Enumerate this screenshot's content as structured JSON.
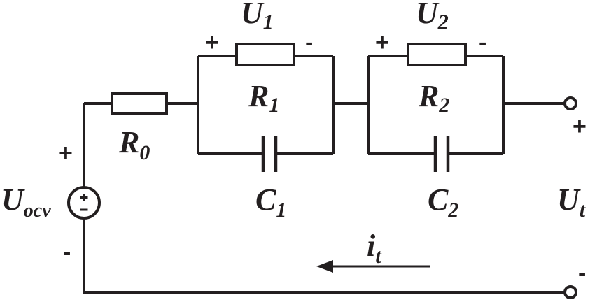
{
  "labels": {
    "U1": {
      "main": "U",
      "sub": "1"
    },
    "U2": {
      "main": "U",
      "sub": "2"
    },
    "R0": {
      "main": "R",
      "sub": "0"
    },
    "R1": {
      "main": "R",
      "sub": "1"
    },
    "R2": {
      "main": "R",
      "sub": "2"
    },
    "C1": {
      "main": "C",
      "sub": "1"
    },
    "C2": {
      "main": "C",
      "sub": "2"
    },
    "Uocv": {
      "main": "U",
      "sub": "ocv"
    },
    "Ut": {
      "main": "U",
      "sub": "t"
    },
    "it": {
      "main": "i",
      "sub": "t"
    }
  },
  "signs": {
    "plus": "+",
    "minus": "-"
  }
}
